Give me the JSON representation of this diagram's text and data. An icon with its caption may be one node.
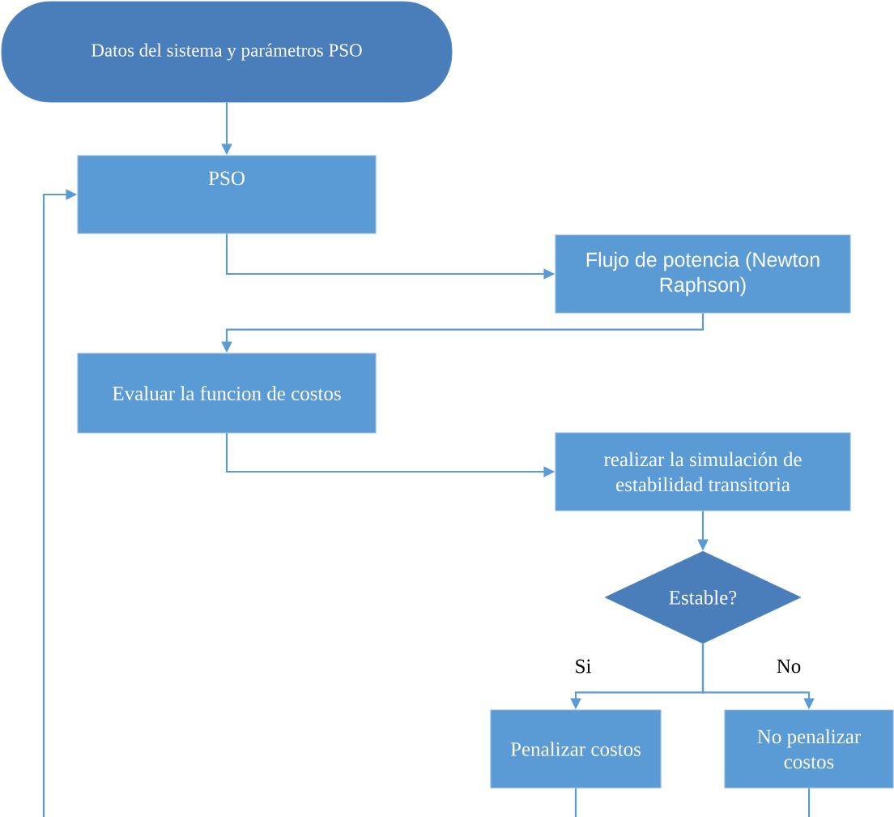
{
  "diagram": {
    "nodes": [
      {
        "text": [
          "Datos del sistema y parámetros PSO"
        ]
      },
      {
        "text": [
          "PSO"
        ]
      },
      {
        "text": [
          "Flujo de potencia (Newton Raphson)"
        ]
      },
      {
        "text": [
          "Evaluar la funcion de costos"
        ]
      },
      {
        "text": [
          "realizar la simulación de estabilidad transitoria"
        ]
      },
      {
        "text": [
          "Estable?"
        ]
      },
      {
        "text": [
          "Penalizar costos"
        ]
      },
      {
        "text": [
          "No penalizar costos"
        ]
      }
    ],
    "edges": [
      {
        "from": 0,
        "to": 1,
        "arrow": "to"
      },
      {
        "from": 1,
        "to": 2,
        "arrow": "to"
      },
      {
        "from": 2,
        "to": 3,
        "arrow": "to"
      },
      {
        "from": 3,
        "to": 4,
        "arrow": "to"
      },
      {
        "from": 4,
        "to": 5,
        "arrow": "to"
      },
      {
        "from": 5,
        "to": 6,
        "arrow": "to",
        "label": "Si"
      },
      {
        "from": 5,
        "to": 7,
        "arrow": "to",
        "label": "No"
      },
      {
        "from": 6,
        "to": null,
        "arrow": "none"
      },
      {
        "from": 7,
        "to": null,
        "arrow": "none"
      },
      {
        "from": null,
        "to": 1,
        "arrow": "to"
      }
    ]
  }
}
